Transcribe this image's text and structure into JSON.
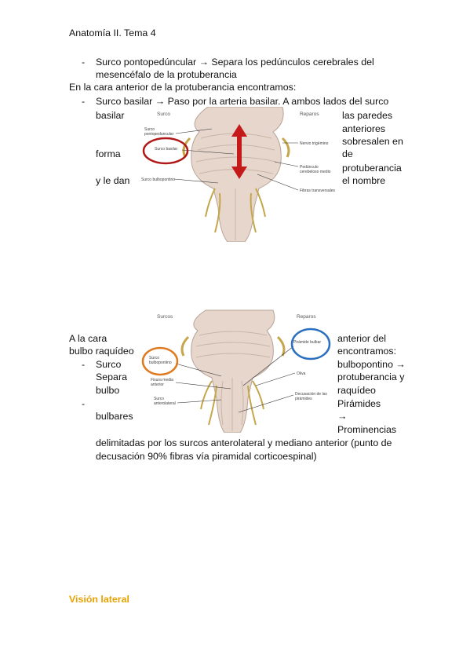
{
  "header": {
    "title": "Anatomía II. Tema 4"
  },
  "blocks": {
    "b1_line1": "Surco pontopedúncular → Separa los pedúnculos cerebrales del",
    "b1_line2": "mesencéfalo de la protuberancia",
    "b2_intro": "En la cara anterior de la protuberancia encontramos:",
    "b2_item": "Surco basilar → Paso por la arteria basilar. A ambos lados del surco",
    "b2_left1": "basilar",
    "b2_left2": "forma",
    "b2_left3": "y le dan",
    "b2_right1": "las paredes",
    "b2_right2": "anteriores",
    "b2_right3": "sobresalen en",
    "b2_right4": "de",
    "b2_right5": "protuberancia",
    "b2_right6": "el nombre",
    "b3_left1": "A la cara",
    "b3_left2": "bulbo raquídeo",
    "b3_item1a": "Surco",
    "b3_item1b": "Separa",
    "b3_item1c": "bulbo",
    "b3_item2": "bulbares",
    "b3_right1": "anterior del",
    "b3_right2": "encontramos:",
    "b3_right3": "bulbopontino →",
    "b3_right4": "protuberancia y",
    "b3_right5": "raquídeo",
    "b3_right6": "Pirámides",
    "b3_right7": "→",
    "b3_right8": "Prominencias",
    "b3_cont1": "delimitadas por los surcos anterolateral y mediano anterior (punto de",
    "b3_cont2": "decusación 90% fibras vía piramidal corticoespinal)",
    "section_title": "Visión lateral",
    "dash": "-"
  },
  "figure1": {
    "head_left": "Surco",
    "head_right": "Reparos",
    "labels": {
      "pontopeduncular": "Surco pontopeduncular",
      "basilar": "Surco basilar",
      "bulbopontino": "Surco bulbopontino",
      "trigemino": "Nervio trigémino",
      "pedunculo": "Pedúnculo cerebeloso medio",
      "fibras": "Fibras transversales"
    }
  },
  "figure2": {
    "head_left": "Surcos",
    "head_right": "Reparos",
    "labels": {
      "bulbopontino": "Surco bulbopontino",
      "fisura": "Fisura media anterior",
      "anterolateral": "Surco anterolateral",
      "piramide": "Pirámide bulbar",
      "oliva": "Oliva",
      "decusacion": "Decusación de las pirámides"
    }
  },
  "colors": {
    "text": "#111111",
    "section_title": "#e8a200",
    "red_circle": "#b01818",
    "arrow": "#c41a1a",
    "orange_circle": "#e07a20",
    "blue_circle": "#2a6fc0",
    "tissue": "#e6d6cc"
  }
}
